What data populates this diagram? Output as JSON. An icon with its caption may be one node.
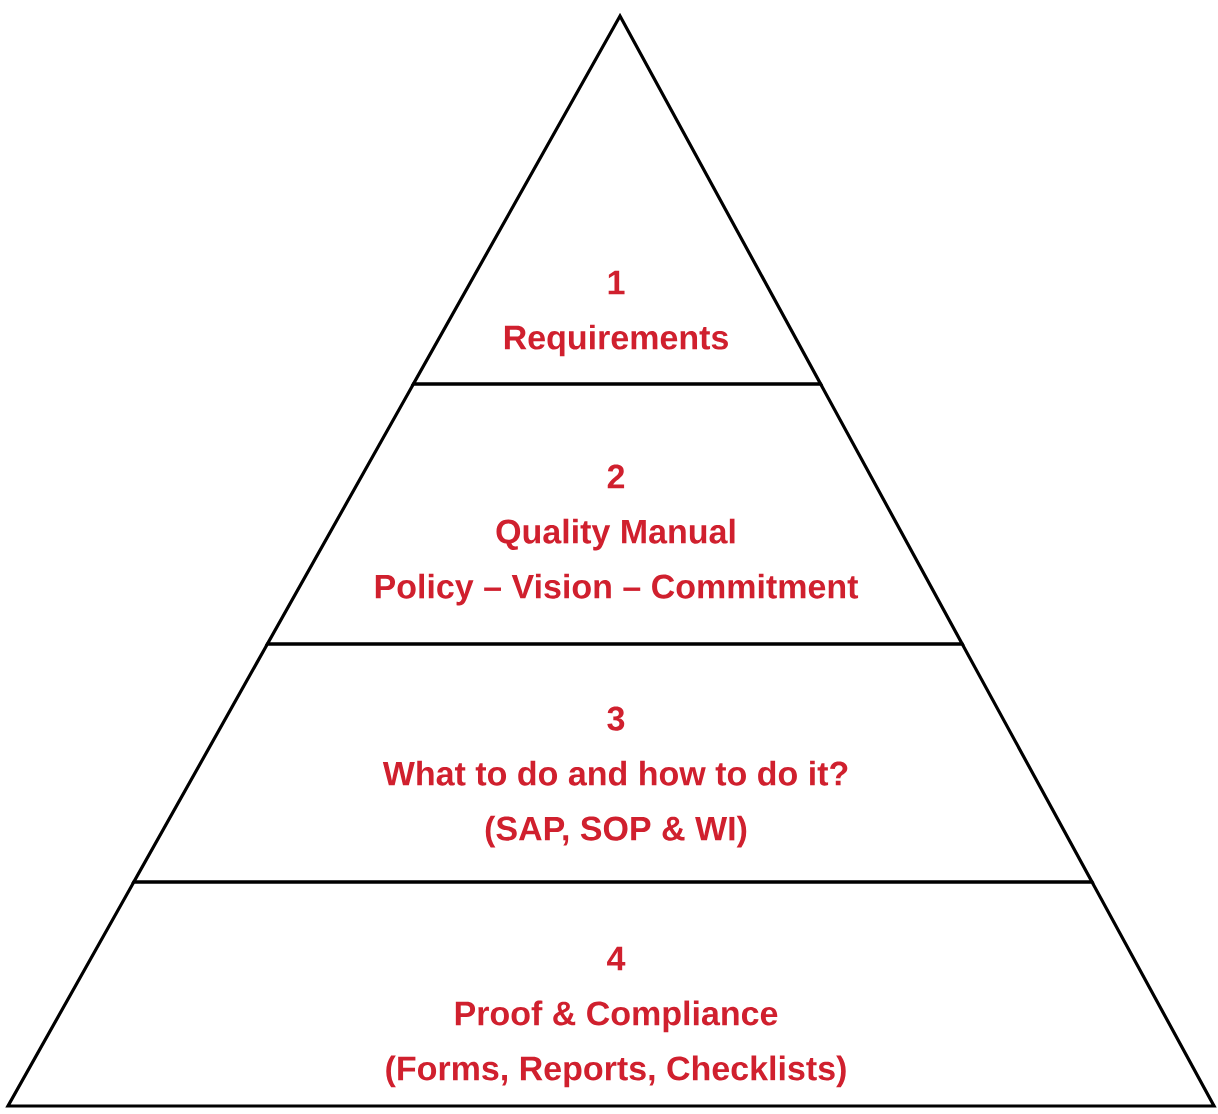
{
  "diagram": {
    "nodes": [
      {
        "text": [
          "1",
          "Requirements"
        ]
      },
      {
        "text": [
          "2",
          "Quality Manual",
          "Policy – Vision – Commitment"
        ]
      },
      {
        "text": [
          "3",
          "What to do and how to do it?",
          "(SAP, SOP & WI)"
        ]
      },
      {
        "text": [
          "4",
          "Proof & Compliance",
          "(Forms, Reports, Checklists)"
        ]
      }
    ]
  }
}
